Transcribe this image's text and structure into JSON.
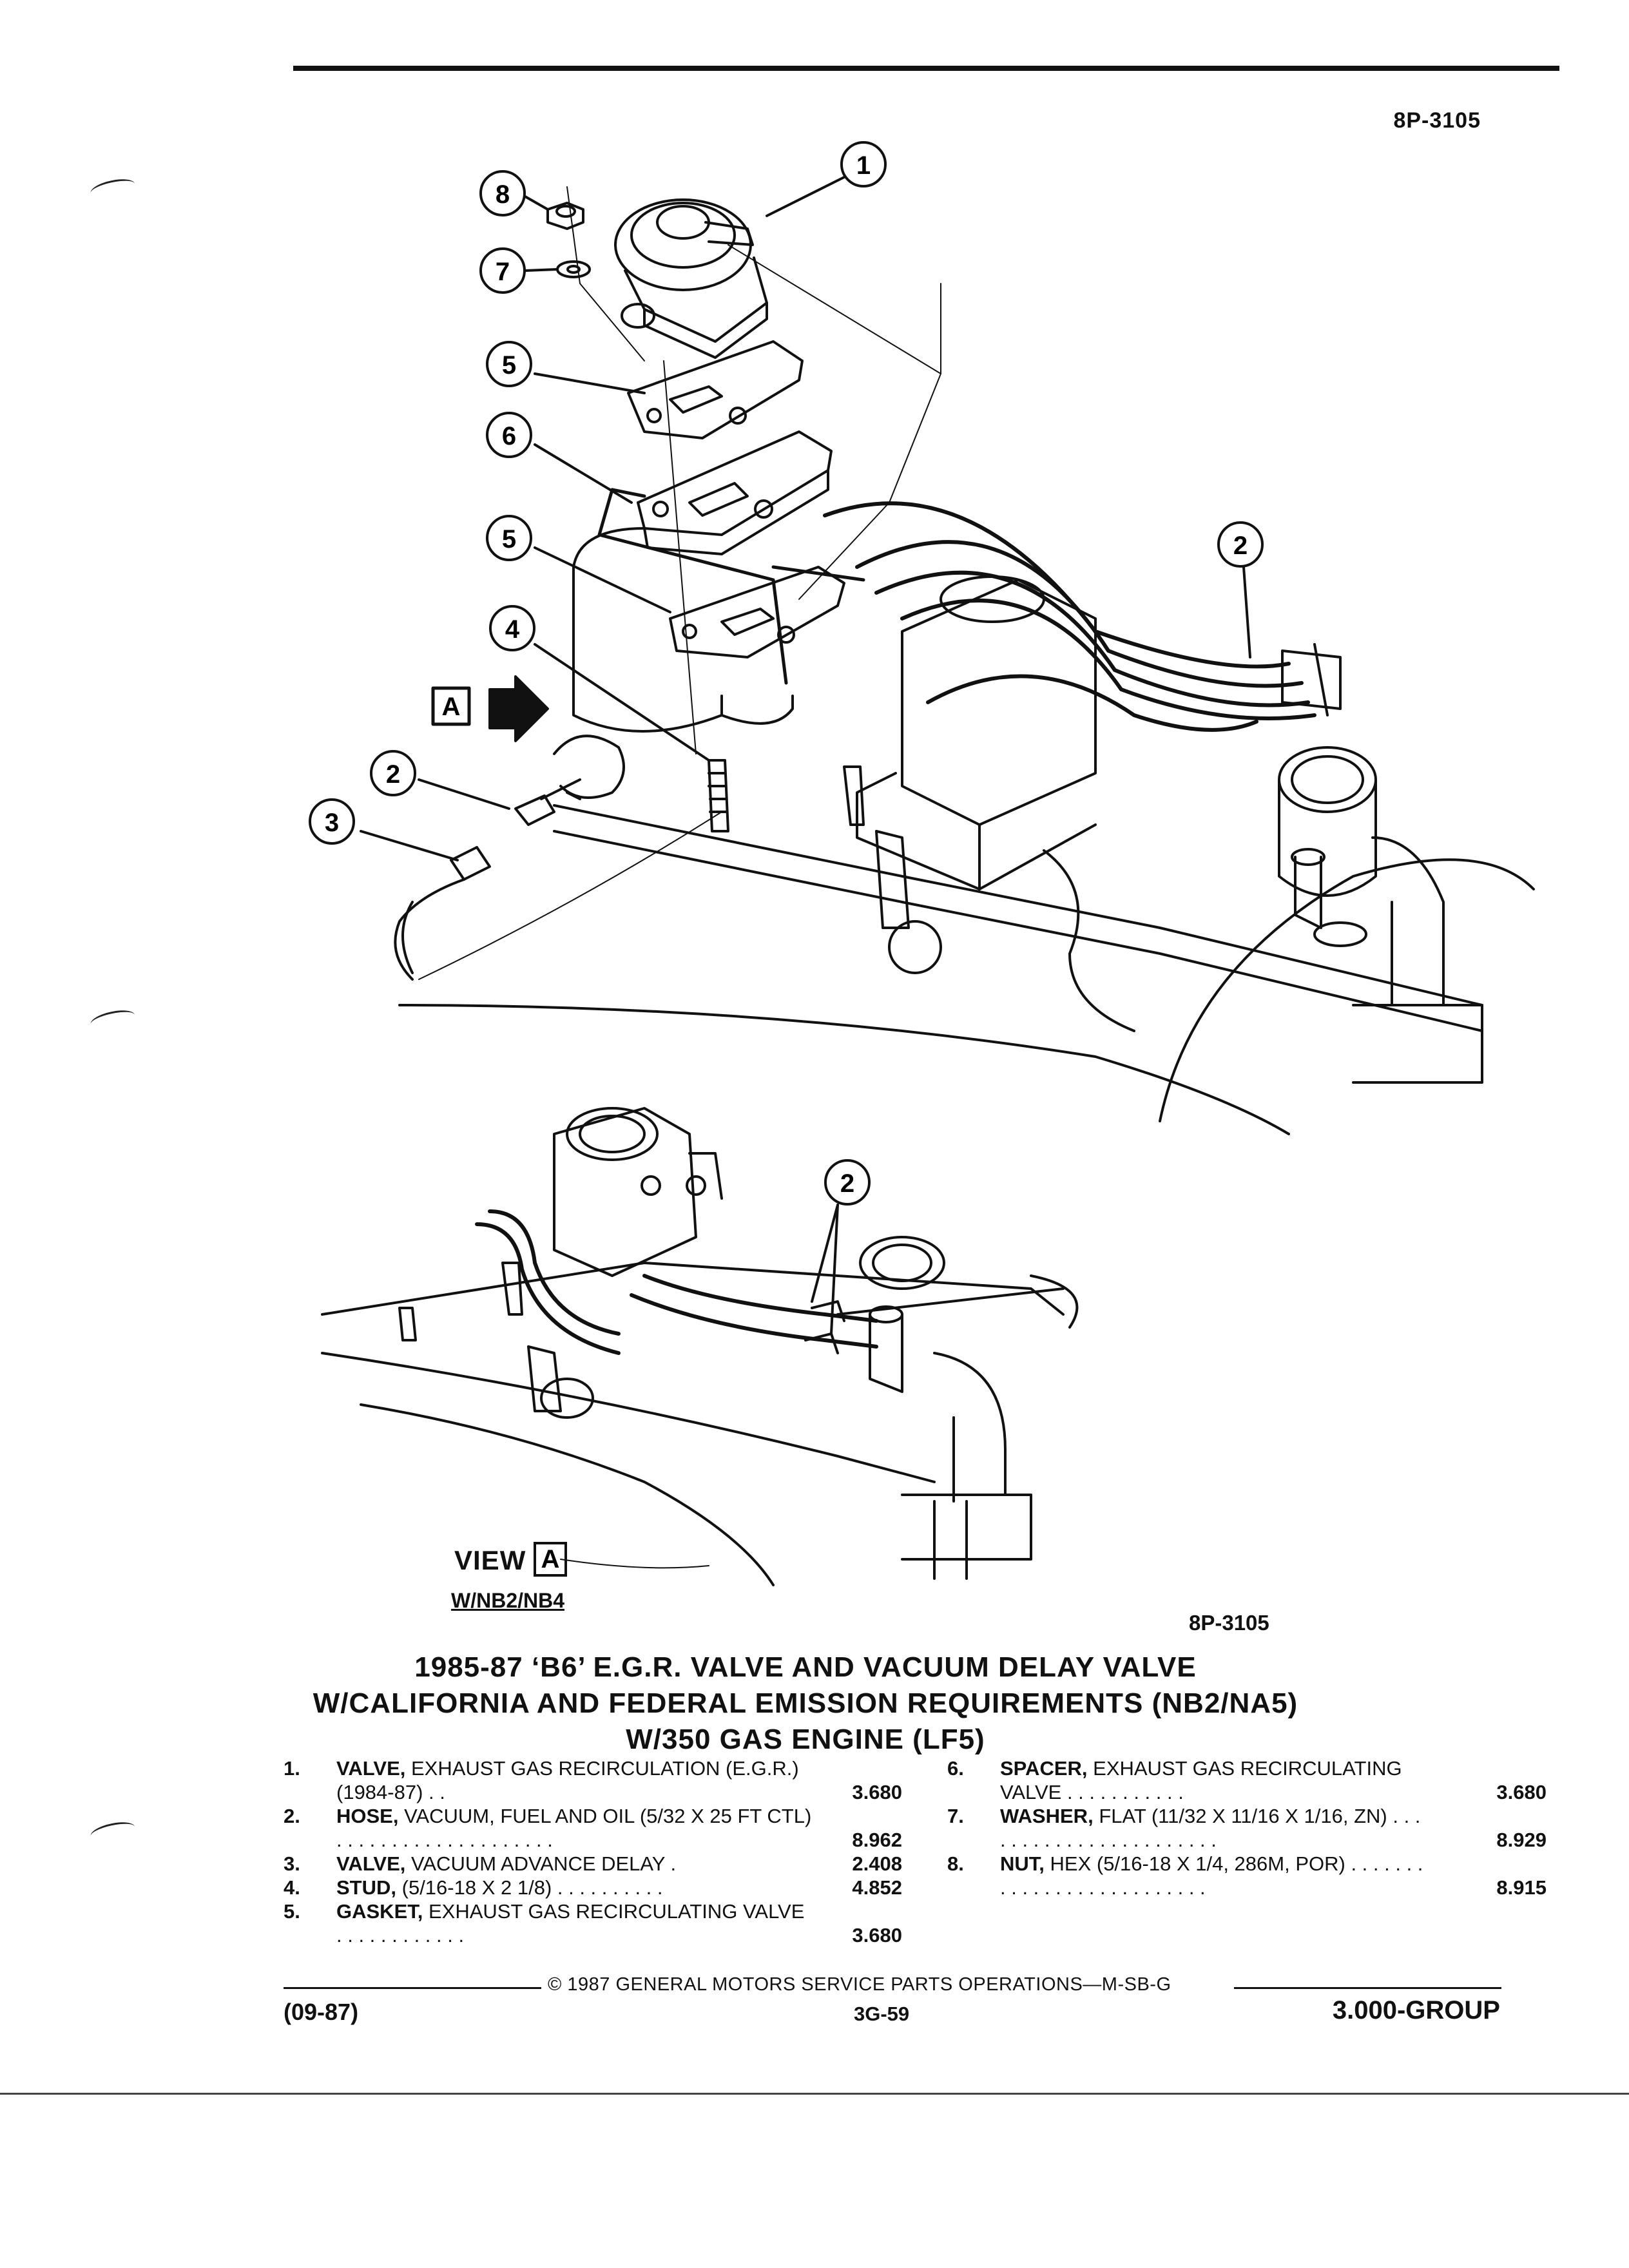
{
  "header": {
    "ref_code": "8P-3105"
  },
  "diagram": {
    "callouts_main": [
      "1",
      "2",
      "3",
      "2",
      "4",
      "5",
      "6",
      "5",
      "7",
      "8"
    ],
    "callouts_view": [
      "2"
    ],
    "view_box_letter": "A",
    "view_label": "VIEW",
    "view_sub": "W/NB2/NB4",
    "ref_code": "8P-3105"
  },
  "title": {
    "line1": "1985-87 ‘B6’ E.G.R. VALVE AND VACUUM DELAY VALVE",
    "line2": "W/CALIFORNIA AND FEDERAL EMISSION REQUIREMENTS (NB2/NA5)",
    "line3": "W/350 GAS ENGINE (LF5)"
  },
  "parts_left": [
    {
      "num": "1.",
      "name": "VALVE,",
      "desc": "EXHAUST GAS RECIRCULATION (E.G.R.) (1984-87) . .",
      "value": "3.680"
    },
    {
      "num": "2.",
      "name": "HOSE,",
      "desc": "VACUUM, FUEL AND OIL (5/32 X 25 FT CTL) . . . . . . . . . . . . . . . . . . . .",
      "value": "8.962"
    },
    {
      "num": "3.",
      "name": "VALVE,",
      "desc": "VACUUM ADVANCE DELAY .",
      "value": "2.408"
    },
    {
      "num": "4.",
      "name": "STUD,",
      "desc": "(5/16-18 X 2 1/8) . . . . . . . . . .",
      "value": "4.852"
    },
    {
      "num": "5.",
      "name": "GASKET,",
      "desc": "EXHAUST GAS RECIRCULATING VALVE . . . . . . . . . . . .",
      "value": "3.680"
    }
  ],
  "parts_right": [
    {
      "num": "6.",
      "name": "SPACER,",
      "desc": "EXHAUST GAS RECIRCULATING VALVE . . . . . . . . . . .",
      "value": "3.680"
    },
    {
      "num": "7.",
      "name": "WASHER,",
      "desc": "FLAT (11/32 X 11/16 X 1/16, ZN) . . . . . . . . . . . . . . . . . . . . . . .",
      "value": "8.929"
    },
    {
      "num": "8.",
      "name": "NUT,",
      "desc": "HEX (5/16-18 X 1/4, 286M, POR) . . . . . . . . . . . . . . . . . . . . . . . . . .",
      "value": "8.915"
    }
  ],
  "footer": {
    "copyright": "© 1987 GENERAL MOTORS SERVICE PARTS OPERATIONS—M-SB-G",
    "date_code": "(09-87)",
    "page": "3G-59",
    "group": "3.000-GROUP"
  }
}
